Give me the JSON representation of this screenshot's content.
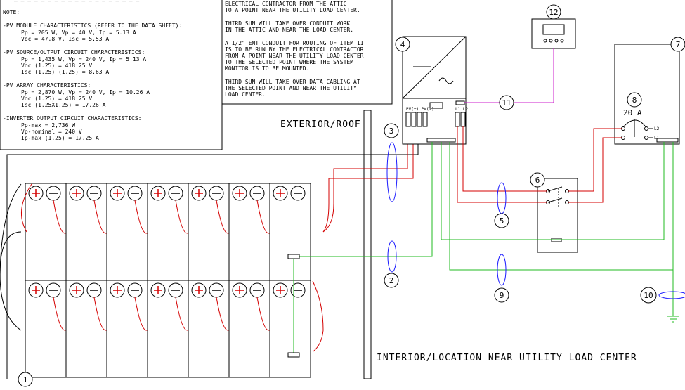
{
  "notes_left": {
    "header_fragment": "— — — — — — — — — — — — — — — — — — —",
    "title": "NOTE:",
    "lines": [
      "-PV MODULE CHARACTERISTICS (REFER TO THE DATA SHEET):",
      "Pp = 205 W, Vp = 40 V, Ip = 5.13 A",
      "Voc = 47.8 V, Isc = 5.53 A",
      "-PV SOURCE/OUTPUT CIRCUIT CHARACTERISTICS:",
      "Pp = 1,435 W, Vp = 240 V, Ip = 5.13 A",
      "Voc (1.25) = 418.25 V",
      "Isc (1.25) (1.25) = 8.63 A",
      "-PV ARRAY CHARACTERISTICS:",
      "Pp = 2,870 W, Vp = 240 V, Ip = 10.26 A",
      "Voc (1.25) = 418.25 V",
      "Isc (1.25X1.25) = 17.26 A",
      "-INVERTER OUTPUT CIRCUIT CHARACTERISTICS:",
      "Pp-max = 2,736 W",
      "Vp-nominal = 240 V",
      "Ip-max (1.25) = 17.25 A"
    ]
  },
  "notes_right": {
    "lines": [
      "ELECTRICAL CONTRACTOR FROM THE ATTIC",
      "TO A POINT NEAR THE UTILITY LOAD CENTER.",
      "",
      "THIRD SUN WILL TAKE OVER CONDUIT WORK",
      "IN THE ATTIC AND NEAR THE LOAD CENTER.",
      "",
      "A 1/2\" EMT CONDUIT FOR ROUTING OF ITEM 11",
      "IS TO BE RUN BY THE ELECTRICAL CONTRACTOR",
      "FROM A POINT NEAR THE UTILITY LOAD CENTER",
      "TO THE SELECTED POINT WHERE THE SYSTEM",
      "MONITOR IS TO BE MOUNTED.",
      "",
      "THIRD SUN WILL TAKE OVER DATA CABLING AT",
      "THE SELECTED POINT AND NEAR THE UTILITY",
      "LOAD CENTER."
    ]
  },
  "labels": {
    "exterior": "EXTERIOR/ROOF",
    "interior": "INTERIOR/LOCATION NEAR UTILITY LOAD CENTER",
    "breaker": "20 A",
    "inverter_terminals": "PV(+) PV(-)",
    "ac_terminals": "L1 L2",
    "l2": "L2",
    "l1": "L1"
  },
  "bubbles": [
    "1",
    "2",
    "3",
    "4",
    "5",
    "6",
    "7",
    "8",
    "9",
    "10",
    "11",
    "12"
  ],
  "colors": {
    "dc_wire": "#d40000",
    "ground_wire": "#22bb22",
    "data_wire": "#cc22cc",
    "conduit": "#1a1aff",
    "line": "#000000"
  }
}
